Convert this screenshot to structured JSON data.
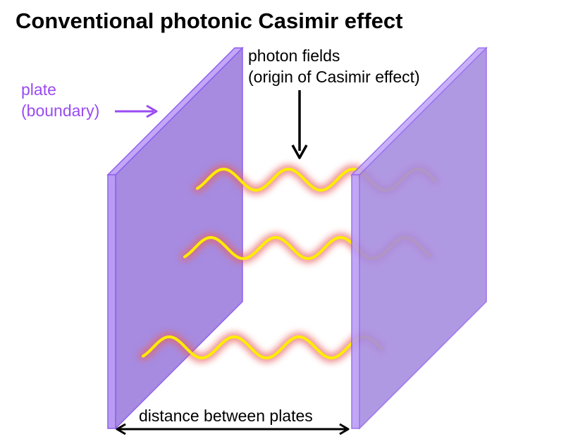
{
  "title": "Conventional photonic Casimir effect",
  "labels": {
    "plate_line1": "plate",
    "plate_line2": "(boundary)",
    "photon_line1": "photon fields",
    "photon_line2": "(origin of Casimir effect)",
    "distance": "distance between plates"
  },
  "colors": {
    "plate_face": "#a68be0",
    "plate_edge": "#b99cf2",
    "plate_border": "#8d5ff0",
    "plate_label": "#9a4bf2",
    "wave": "#ffee00",
    "wave_glow": "#e8605f",
    "arrow": "#000000"
  },
  "icons": [
    "right-arrow-icon",
    "down-arrow-icon",
    "double-arrow-icon"
  ]
}
